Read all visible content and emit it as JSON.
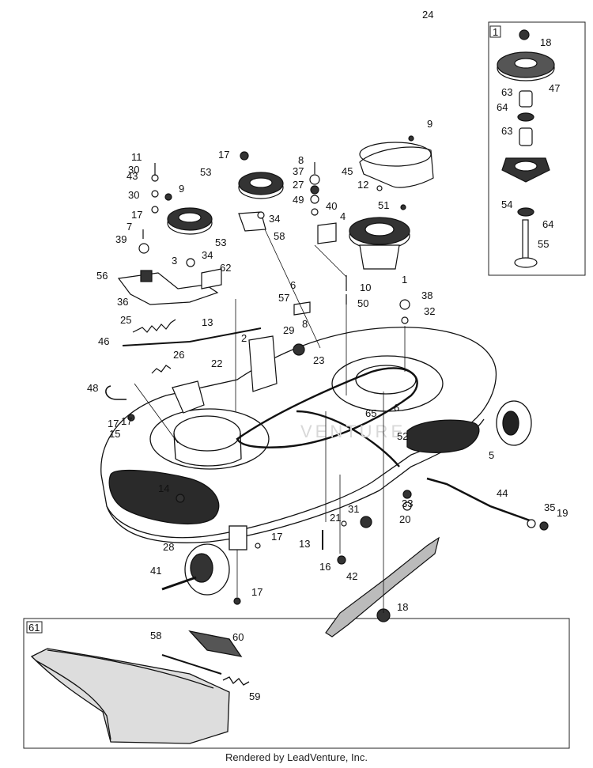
{
  "footer": "Rendered by LeadVenture, Inc.",
  "insets": {
    "spindle": "1",
    "deflector": "61"
  },
  "watermark": "VENTURE",
  "labels": [
    "1",
    "2",
    "3",
    "4",
    "5",
    "6",
    "6",
    "7",
    "8",
    "8",
    "9",
    "9",
    "10",
    "11",
    "12",
    "13",
    "13",
    "14",
    "15",
    "16",
    "17",
    "17",
    "17",
    "17",
    "17",
    "17",
    "18",
    "18",
    "19",
    "20",
    "21",
    "22",
    "23",
    "24",
    "25",
    "26",
    "27",
    "28",
    "29",
    "30",
    "30",
    "31",
    "32",
    "33",
    "34",
    "34",
    "35",
    "36",
    "37",
    "38",
    "39",
    "40",
    "41",
    "42",
    "43",
    "44",
    "45",
    "46",
    "47",
    "48",
    "49",
    "50",
    "51",
    "52",
    "53",
    "53",
    "54",
    "55",
    "56",
    "57",
    "58",
    "58",
    "59",
    "60",
    "62",
    "63",
    "63",
    "64",
    "64",
    "65"
  ]
}
